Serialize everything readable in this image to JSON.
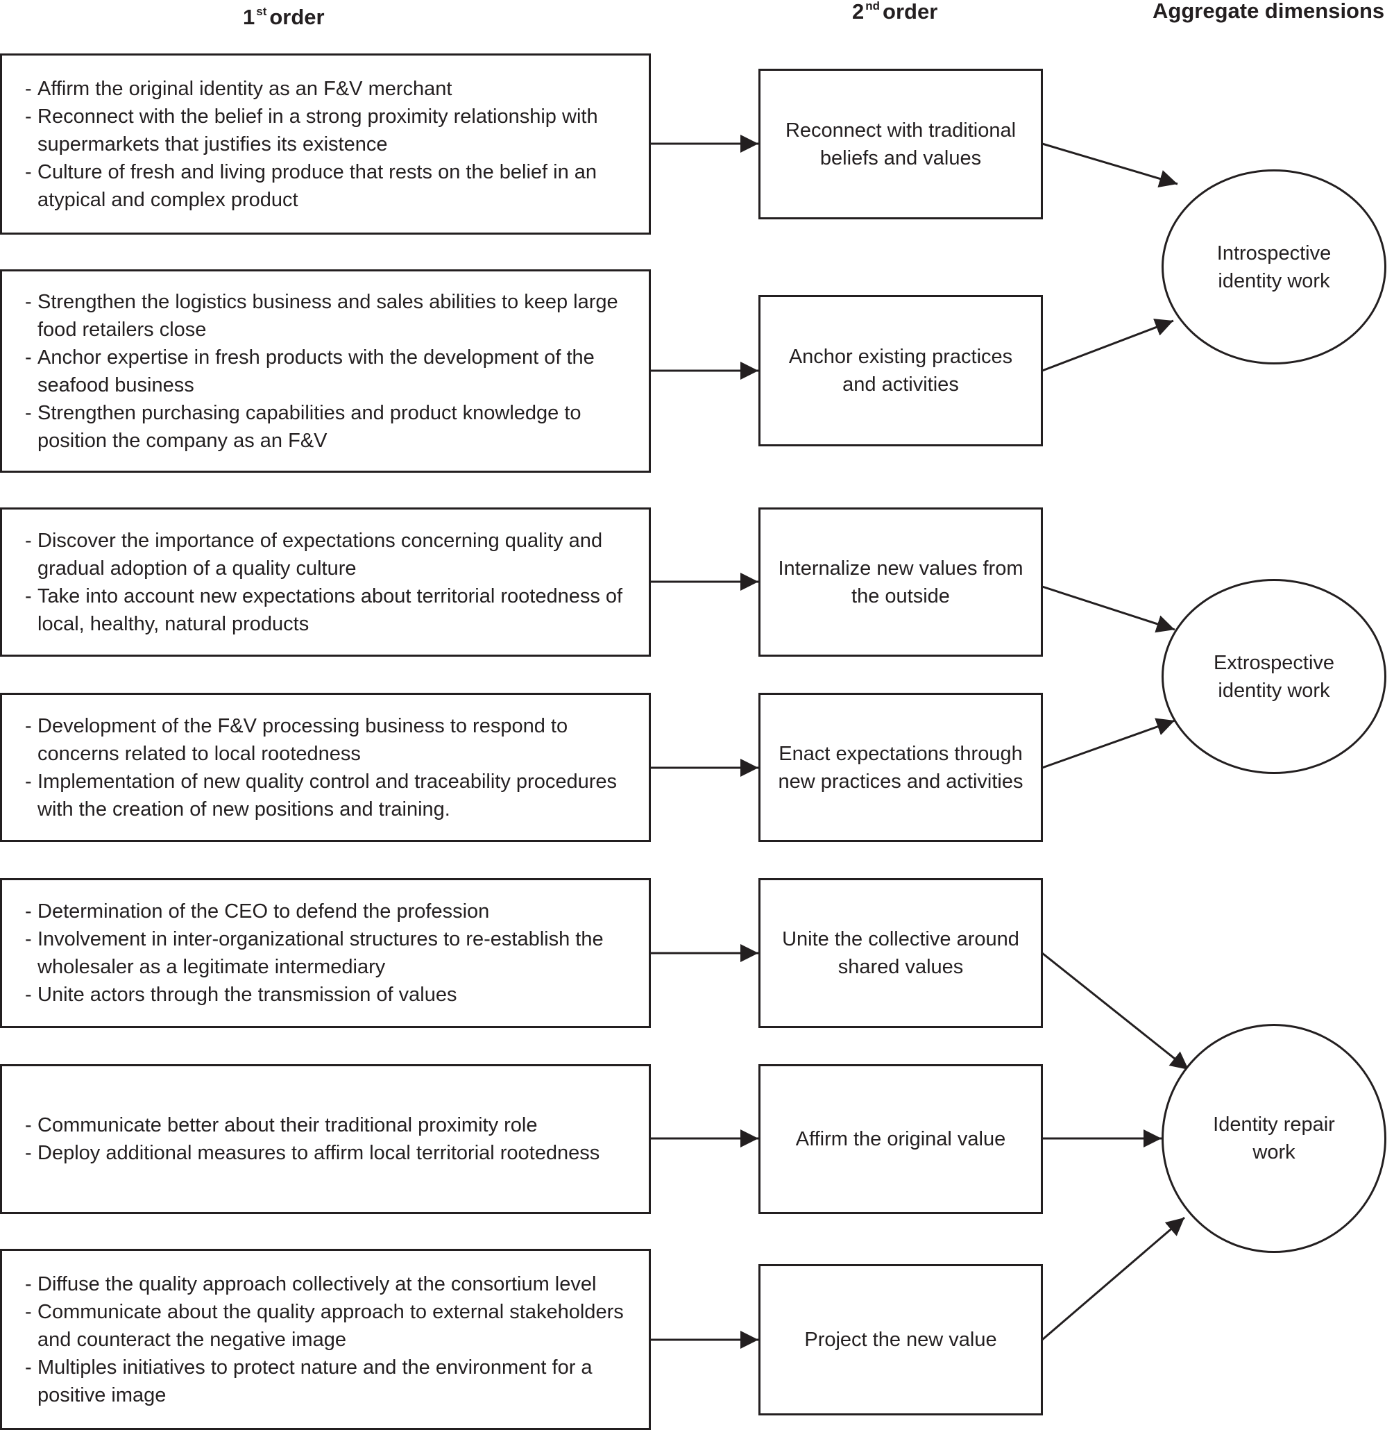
{
  "headers": {
    "first_order_main": "1",
    "first_order_sup": "st",
    "first_order_rest": "order",
    "second_order_main": "2",
    "second_order_sup": "nd",
    "second_order_rest": "order",
    "aggregate": "Aggregate dimensions"
  },
  "first_order": [
    {
      "items": [
        "Affirm the original identity as an F&V merchant",
        "Reconnect with the belief in a strong proximity relationship with supermarkets that justifies its existence",
        "Culture of fresh and living produce that rests on the belief in an atypical and complex product"
      ]
    },
    {
      "items": [
        "Strengthen the logistics business and sales abilities to keep large food retailers close",
        "Anchor expertise in fresh products with the development of the seafood business",
        "Strengthen purchasing capabilities and product knowledge to position the company as an F&V"
      ]
    },
    {
      "items": [
        "Discover the importance of expectations concerning quality and gradual adoption of a quality culture",
        "Take into account new expectations about territorial rootedness of local, healthy, natural products"
      ]
    },
    {
      "items": [
        "Development of the F&V processing business to respond to concerns related to local rootedness",
        "Implementation of new quality control and traceability procedures with the creation of new positions and training."
      ]
    },
    {
      "items": [
        "Determination of the CEO to defend the profession",
        "Involvement in inter-organizational structures to re-establish the wholesaler as a legitimate intermediary",
        "Unite actors through the transmission of values"
      ]
    },
    {
      "items": [
        "Communicate better about their traditional proximity role",
        "Deploy additional measures to affirm local territorial rootedness"
      ]
    },
    {
      "items": [
        "Diffuse the quality approach collectively at the consortium level",
        "Communicate about the quality approach to external stakeholders and counteract the negative image",
        "Multiples initiatives to protect nature and the environment for a positive image"
      ]
    }
  ],
  "second_order": [
    "Reconnect with traditional beliefs and values",
    "Anchor existing practices and activities",
    "Internalize new values from the outside",
    "Enact expectations through new practices and activities",
    "Unite the collective around shared values",
    "Affirm the original value",
    "Project the new value"
  ],
  "aggregate_dimensions": [
    "Introspective identity work",
    "Extrospective identity work",
    "Identity repair work"
  ],
  "dash": "-"
}
